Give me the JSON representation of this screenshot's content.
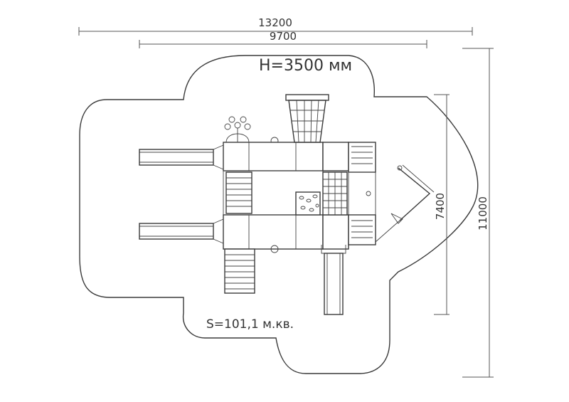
{
  "dimensions": {
    "total_width": "13200",
    "platform_width": "9700",
    "platform_depth": "7400",
    "total_depth": "11000"
  },
  "labels": {
    "height": "H=3500 мм",
    "area": "S=101,1 м.кв."
  }
}
